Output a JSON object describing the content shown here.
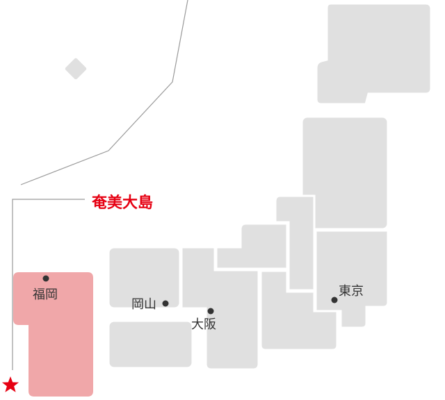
{
  "map": {
    "colors": {
      "region": "#e0e0e0",
      "region_border": "#ffffff",
      "highlight_region": "#f0a7a9",
      "line": "#999999",
      "dot": "#333333",
      "accent": "#e60012"
    },
    "highlighted_region": "kyushu",
    "callout": {
      "label": "奄美大島",
      "marker_icon": "star-icon"
    },
    "cities": [
      {
        "id": "fukuoka",
        "label": "福岡"
      },
      {
        "id": "okayama",
        "label": "岡山"
      },
      {
        "id": "osaka",
        "label": "大阪"
      },
      {
        "id": "tokyo",
        "label": "東京"
      }
    ]
  }
}
